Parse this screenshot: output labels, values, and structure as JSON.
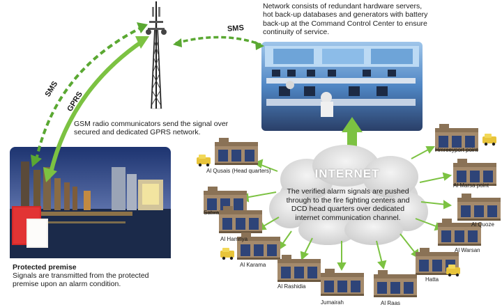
{
  "top_text": "Network consists of redundant hardware servers, hot back-up databases and generators with battery back-up at the Command Control Center to ensure continuity of service.",
  "gsm_text": "GSM radio communicators send the signal over secured and dedicated GPRS network.",
  "sms_right": "SMS",
  "sms_left": "SMS",
  "gprs": "GPRS",
  "protected_title": "Protected premise",
  "protected_desc": "Signals are transmitted from the protected premise upon an alarm condition.",
  "internet_title": "INTERNET",
  "internet_desc": "The verified alarm signals are pushed through to the fire fighting centers and DCD head quarters over dedicated internet communication channel.",
  "stations": {
    "al_qusais": "Al Qusais (Head quarters)",
    "satwa": "Satwa",
    "al_hamriya": "Al Hamriya",
    "al_karama": "Al Karama",
    "al_rashidia": "Al Rashidia",
    "jumairah": "Jumairah",
    "al_raas": "Al Raas",
    "hatta": "Hatta",
    "al_warsan": "Al Warsan",
    "al_quoze": "Al Quoze",
    "al_marsa_point": "Al Marsa point",
    "hmreeyport_point": "Hmreeyport point"
  },
  "colors": {
    "arrow_green": "#7cc242",
    "dashed_green": "#5aa832",
    "cloud": "#dcdcdc",
    "building": "#a48a6c",
    "door": "#2e4478"
  }
}
